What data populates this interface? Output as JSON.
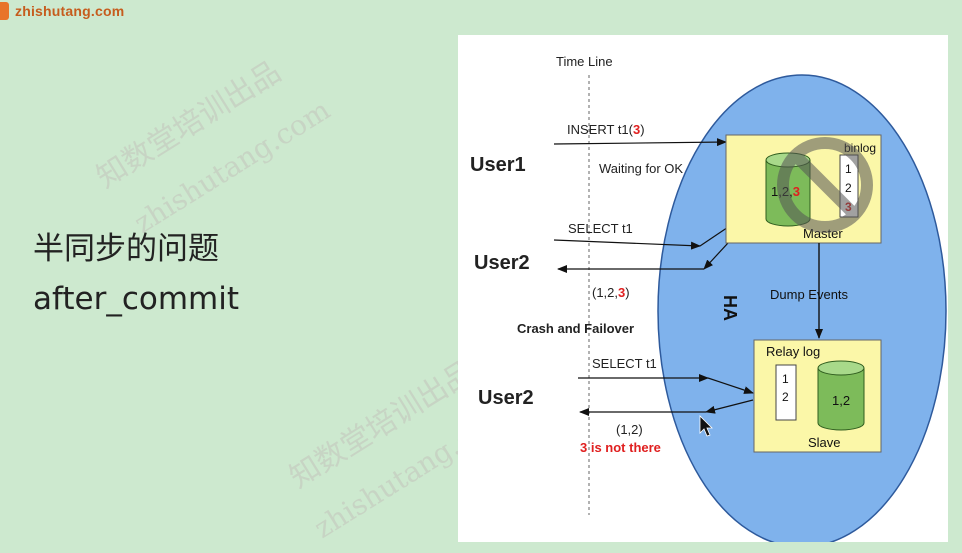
{
  "logo": {
    "text": "zhishutang.com"
  },
  "watermark": {
    "cn": "知数堂培训出品",
    "en": "zhishutang.com"
  },
  "slide": {
    "title_line1": "半同步的问题",
    "title_line2": "after_commit"
  },
  "diagram": {
    "timeline_label": "Time Line",
    "users": {
      "user1": "User1",
      "user2a": "User2",
      "user2b": "User2"
    },
    "messages": {
      "insert_prefix": "INSERT t1(",
      "insert_value": "3",
      "insert_suffix": ")",
      "waiting": "Waiting for OK",
      "select1": "SELECT t1",
      "result1_prefix": "(1,2,",
      "result1_value": "3",
      "result1_suffix": ")",
      "crash": "Crash and Failover",
      "select2": "SELECT t1",
      "result2": "(1,2)",
      "not_there": "3 is not there"
    },
    "ha_label": "HA",
    "master": {
      "label": "Master",
      "binlog_label": "binlog",
      "db_prefix": "1,2,",
      "db_value": "3",
      "binlog_items": [
        "1",
        "2",
        "3"
      ]
    },
    "dump_events": "Dump Events",
    "slave": {
      "label": "Slave",
      "relay_label": "Relay log",
      "db_value": "1,2",
      "relay_items": [
        "1",
        "2"
      ]
    },
    "colors": {
      "ellipse": "#7fb2ec",
      "box": "#fbf7a8",
      "cylinder": "#7dbb5a",
      "highlight": "#e02020"
    }
  }
}
